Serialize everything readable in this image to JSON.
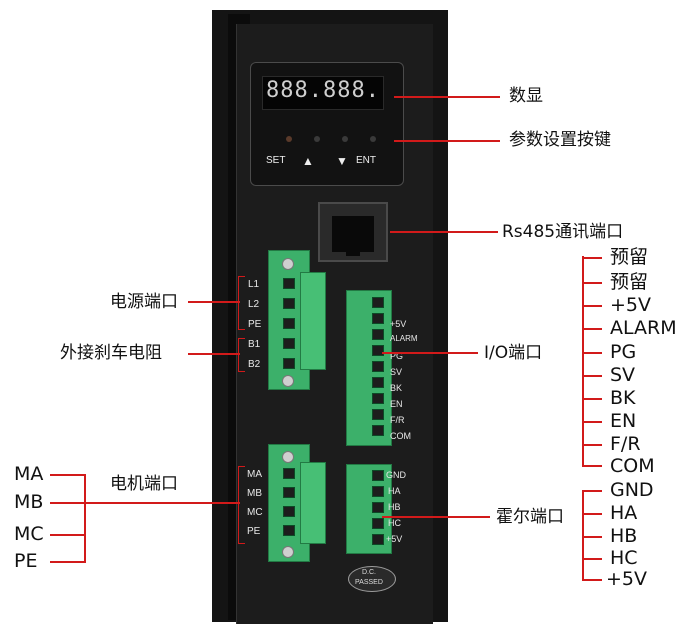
{
  "device": {
    "display_digits": "888.888.",
    "buttons": [
      "SET",
      "▲",
      "▼",
      "ENT"
    ],
    "rj45_label": "",
    "badge": [
      "D.C.",
      "PASSED"
    ]
  },
  "terminal_labels": {
    "power": [
      "L1",
      "L2",
      "PE"
    ],
    "brake": [
      "B1",
      "B2"
    ],
    "io": [
      "+5V",
      "ALARM",
      "PG",
      "SV",
      "BK",
      "EN",
      "F/R",
      "COM"
    ],
    "motor": [
      "MA",
      "MB",
      "MC",
      "PE"
    ],
    "hall": [
      "GND",
      "HA",
      "HB",
      "HC",
      "+5V"
    ]
  },
  "callouts": {
    "display": "数显",
    "keys": "参数设置按键",
    "rs485": "Rs485通讯端口",
    "power": "电源端口",
    "brake": "外接刹车电阻",
    "io": "I/O端口",
    "motor": "电机端口",
    "hall": "霍尔端口"
  },
  "io_list": [
    "预留",
    "预留",
    "+5V",
    "ALARM",
    "PG",
    "SV",
    "BK",
    "EN",
    "F/R",
    "COM"
  ],
  "motor_list": [
    "MA",
    "MB",
    "MC",
    "PE"
  ],
  "hall_list": [
    "GND",
    "HA",
    "HB",
    "HC",
    "+5V"
  ],
  "colors": {
    "callout_line": "#d21a1a",
    "terminal_green": "#3cb06a",
    "housing": "#1a1a1a",
    "display_digits": "#cfcfcf"
  }
}
